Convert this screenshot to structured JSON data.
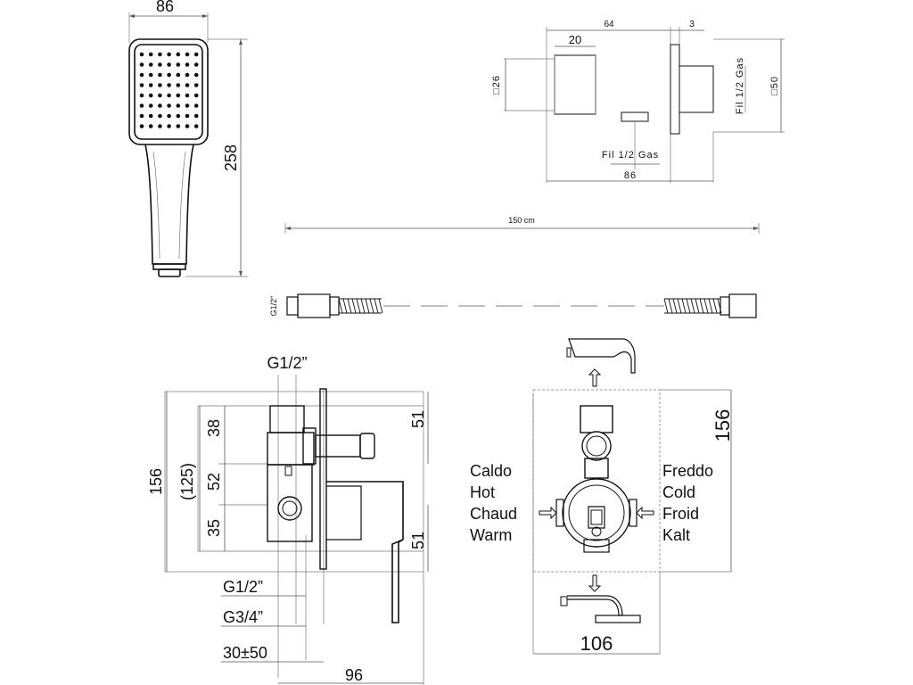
{
  "handshower": {
    "width_label": "86",
    "height_label": "258"
  },
  "outlet": {
    "dim_64": "64",
    "dim_3": "3",
    "dim_20": "20",
    "dim_26": "□26",
    "dim_50": "□50",
    "thread_side": "Fil 1/2 Gas",
    "thread_bottom": "Fil 1/2 Gas",
    "dim_86": "86"
  },
  "hose": {
    "length_label": "150 cm",
    "thread_label": "G1/2\""
  },
  "mixer_side": {
    "top_thread": "G1/2”",
    "dim_156": "156",
    "dim_125": "(125)",
    "dim_38": "38",
    "dim_52": "52",
    "dim_35": "35",
    "dim_51_top": "51",
    "dim_51_bottom": "51",
    "thread_g12": "G1/2”",
    "thread_g34": "G3/4”",
    "range": "30±50",
    "dim_96": "96"
  },
  "mixer_front": {
    "dim_156": "156",
    "dim_106": "106",
    "hot_labels": [
      "Caldo",
      "Hot",
      "Chaud",
      "Warm"
    ],
    "cold_labels": [
      "Freddo",
      "Cold",
      "Froid",
      "Kalt"
    ]
  }
}
